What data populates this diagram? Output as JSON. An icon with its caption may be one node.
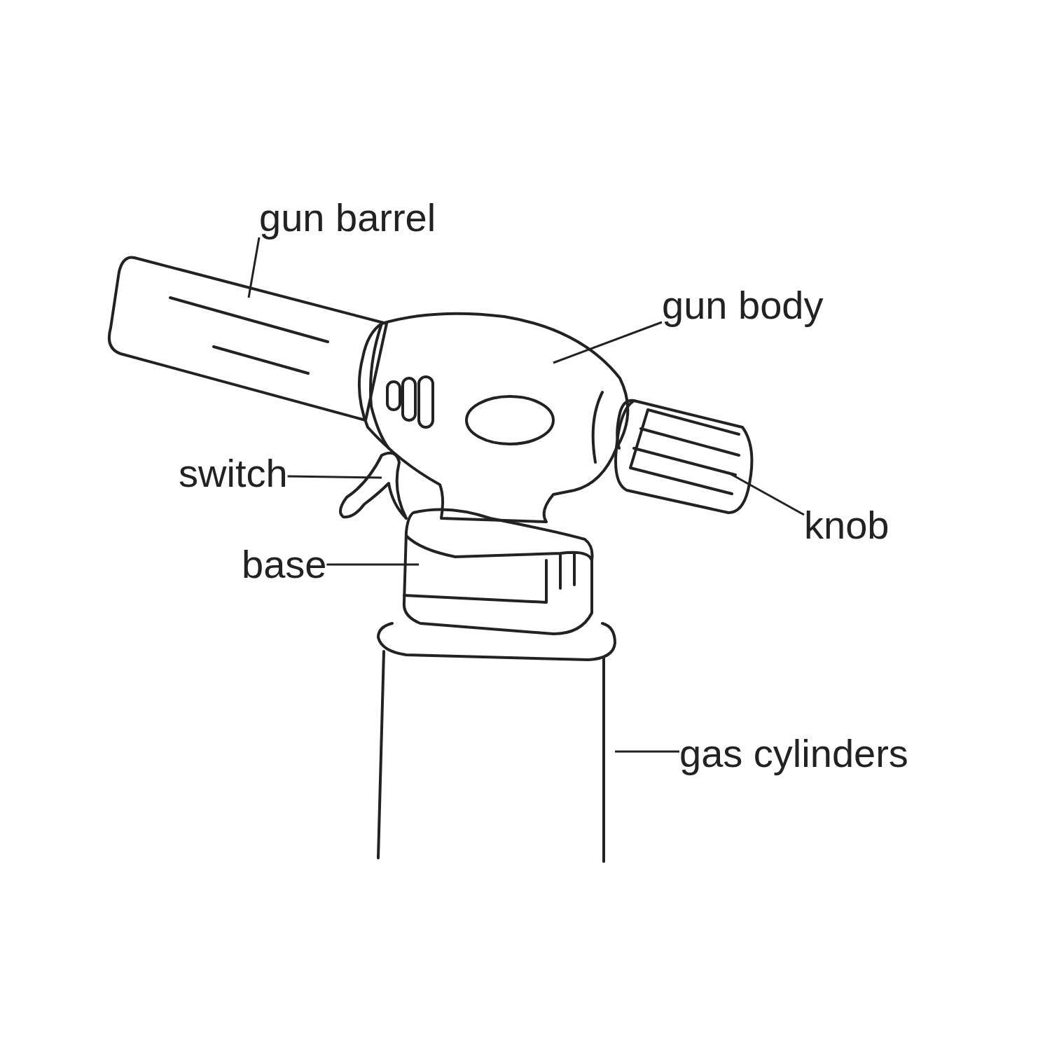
{
  "diagram": {
    "nodes": [
      {
        "text": [
          "gun barrel"
        ]
      },
      {
        "text": [],
        "shape": "picture"
      },
      {
        "text": [
          "gun body"
        ]
      },
      {
        "text": [],
        "shape": "picture"
      },
      {
        "text": [
          "switch"
        ]
      },
      {
        "text": [],
        "shape": "picture"
      },
      {
        "text": [
          "knob"
        ]
      },
      {
        "text": [],
        "shape": "picture"
      },
      {
        "text": [
          "base"
        ]
      },
      {
        "text": [],
        "shape": "picture"
      },
      {
        "text": [
          "gas cylinders"
        ]
      },
      {
        "text": [],
        "shape": "picture"
      }
    ],
    "edges": [
      {
        "from": 0,
        "to": 1,
        "arrow": "none"
      },
      {
        "from": 2,
        "to": 3,
        "arrow": "none"
      },
      {
        "from": 4,
        "to": 5,
        "arrow": "none"
      },
      {
        "from": 6,
        "to": 7,
        "arrow": "none"
      },
      {
        "from": 8,
        "to": 9,
        "arrow": "none"
      },
      {
        "from": 10,
        "to": 11,
        "arrow": "none"
      }
    ]
  }
}
